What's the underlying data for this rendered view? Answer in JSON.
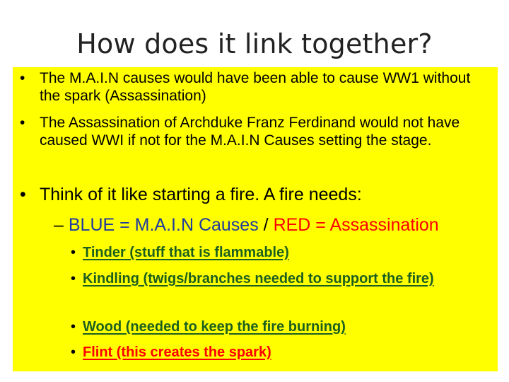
{
  "slide": {
    "title": "How does it link together?",
    "bullets_level1_small": [
      {
        "text": "The M.A.I.N causes would have been able to cause WW1 without the spark (Assassination)"
      },
      {
        "text": "The Assassination of Archduke Franz Ferdinand would not have caused WWI if not for the M.A.I.N Causes setting the stage."
      }
    ],
    "bullet_large": {
      "text": "Think of it like starting a fire. A fire needs:"
    },
    "sub_bullet": {
      "dash": "–",
      "blue_part": "BLUE = M.A.I.N Causes",
      "separator": " / ",
      "red_part": "RED = Assassination"
    },
    "fire_items": [
      {
        "text": "Tinder (stuff that is flammable)",
        "color": "#1b5e20"
      },
      {
        "text": "Kindling (twigs/branches needed to support the fire)",
        "color": "#1b5e20"
      },
      {
        "text": "Wood (needed to keep the fire burning)",
        "color": "#1b5e20"
      },
      {
        "text": "Flint (this creates the spark)",
        "color": "#ff0000"
      }
    ],
    "colors": {
      "content_background": "#ffff00",
      "blue": "#1f3aa0",
      "red": "#ff0000",
      "green_text": "#1b5e20"
    },
    "bullet_char": "•"
  }
}
